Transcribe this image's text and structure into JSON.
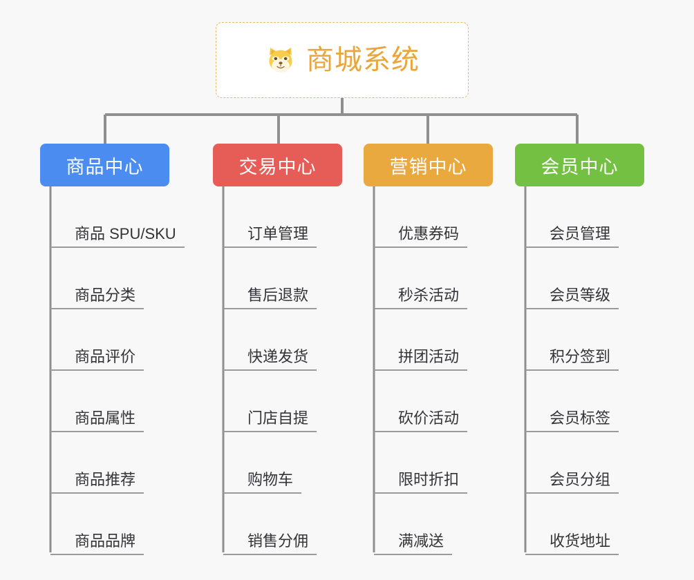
{
  "background_color": "#f8f8f8",
  "root": {
    "icon": "shiba-dog-face-icon",
    "title": "商城系统",
    "text_color": "#e8a63c",
    "border_color": "#e8b863",
    "background": "#ffffff"
  },
  "connector_color": "#8f8f8f",
  "categories": [
    {
      "label": "商品中心",
      "color": "#4a8cf0",
      "color_class": "c-blue",
      "items": [
        {
          "label": "商品 SPU/SKU"
        },
        {
          "label": "商品分类"
        },
        {
          "label": "商品评价"
        },
        {
          "label": "商品属性"
        },
        {
          "label": "商品推荐"
        },
        {
          "label": "商品品牌"
        }
      ]
    },
    {
      "label": "交易中心",
      "color": "#e65c57",
      "color_class": "c-red",
      "items": [
        {
          "label": "订单管理"
        },
        {
          "label": "售后退款"
        },
        {
          "label": "快递发货"
        },
        {
          "label": "门店自提"
        },
        {
          "label": "购物车"
        },
        {
          "label": "销售分佣"
        }
      ]
    },
    {
      "label": "营销中心",
      "color": "#eaa93e",
      "color_class": "c-orange",
      "items": [
        {
          "label": "优惠券码"
        },
        {
          "label": "秒杀活动"
        },
        {
          "label": "拼团活动"
        },
        {
          "label": "砍价活动"
        },
        {
          "label": "限时折扣"
        },
        {
          "label": "满减送"
        }
      ]
    },
    {
      "label": "会员中心",
      "color": "#74c043",
      "color_class": "c-green",
      "items": [
        {
          "label": "会员管理"
        },
        {
          "label": "会员等级"
        },
        {
          "label": "积分签到"
        },
        {
          "label": "会员标签"
        },
        {
          "label": "会员分组"
        },
        {
          "label": "收货地址"
        }
      ]
    }
  ]
}
